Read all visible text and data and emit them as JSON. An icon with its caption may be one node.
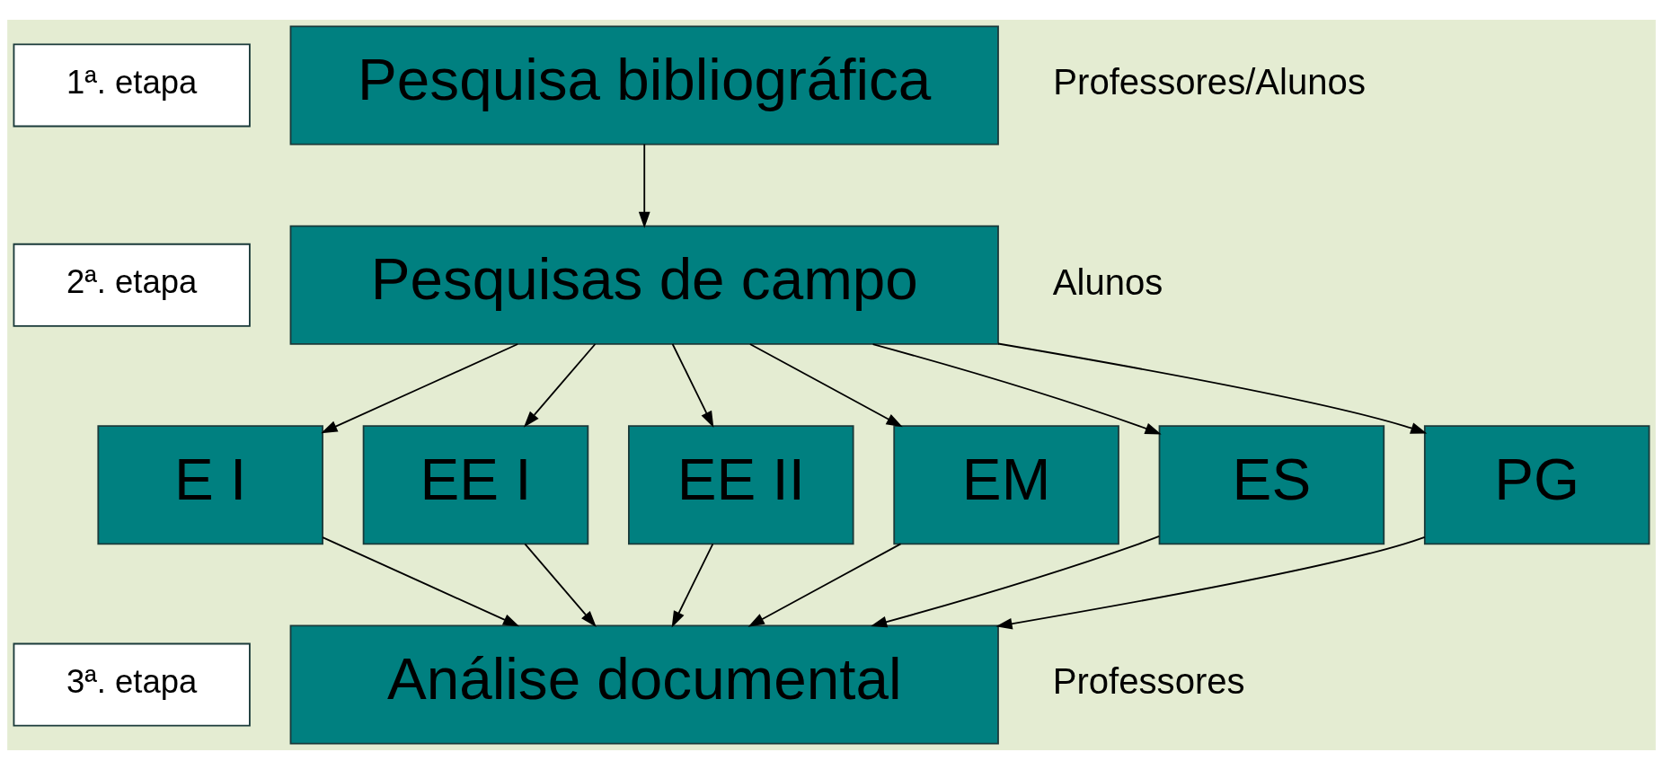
{
  "diagram": {
    "nodes": [
      {
        "text": [
          "1ª. etapa"
        ]
      },
      {
        "text": [
          "Pesquisa bibliográfica"
        ],
        "beside": [
          "Professores/Alunos"
        ]
      },
      {
        "text": [
          "2ª. etapa"
        ]
      },
      {
        "text": [
          "Pesquisas de campo"
        ],
        "beside": [
          "Alunos"
        ]
      },
      {
        "text": [
          "E I"
        ]
      },
      {
        "text": [
          "EE I"
        ]
      },
      {
        "text": [
          "EE II"
        ]
      },
      {
        "text": [
          "EM"
        ]
      },
      {
        "text": [
          "ES"
        ]
      },
      {
        "text": [
          "PG"
        ]
      },
      {
        "text": [
          "3ª. etapa"
        ]
      },
      {
        "text": [
          "Análise documental"
        ],
        "beside": [
          "Professores"
        ]
      }
    ],
    "edges": [
      {
        "from": 1,
        "to": 3,
        "arrow": "to"
      },
      {
        "from": 3,
        "to": 4,
        "arrow": "to"
      },
      {
        "from": 3,
        "to": 5,
        "arrow": "to"
      },
      {
        "from": 3,
        "to": 6,
        "arrow": "to"
      },
      {
        "from": 3,
        "to": 7,
        "arrow": "to"
      },
      {
        "from": 3,
        "to": 8,
        "arrow": "to"
      },
      {
        "from": 3,
        "to": 9,
        "arrow": "to"
      },
      {
        "from": 4,
        "to": 11,
        "arrow": "to"
      },
      {
        "from": 5,
        "to": 11,
        "arrow": "to"
      },
      {
        "from": 6,
        "to": 11,
        "arrow": "to"
      },
      {
        "from": 7,
        "to": 11,
        "arrow": "to"
      },
      {
        "from": 8,
        "to": 11,
        "arrow": "to"
      },
      {
        "from": 9,
        "to": 11,
        "arrow": "to"
      }
    ]
  }
}
